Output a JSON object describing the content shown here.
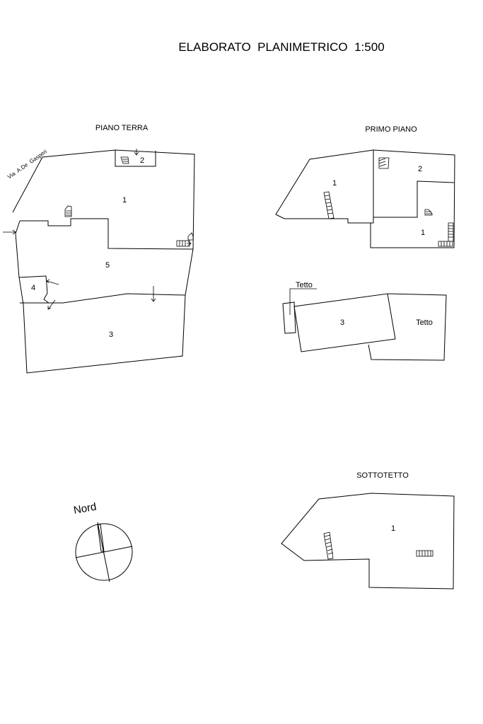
{
  "title": "ELABORATO  PLANIMETRICO  1:500",
  "street": "Via  A.De  Gasperi",
  "north": "Nord",
  "piano_terra": {
    "title": "PIANO TERRA",
    "units": [
      "1",
      "2",
      "3",
      "4",
      "5"
    ]
  },
  "primo_piano": {
    "title": "PRIMO PIANO",
    "units": [
      "1",
      "2",
      "1"
    ]
  },
  "tetto_section": {
    "roof_left": "Tetto",
    "unit": "3",
    "roof_right": "Tetto"
  },
  "sottotetto": {
    "title": "SOTTOTETTO",
    "units": [
      "1"
    ]
  }
}
